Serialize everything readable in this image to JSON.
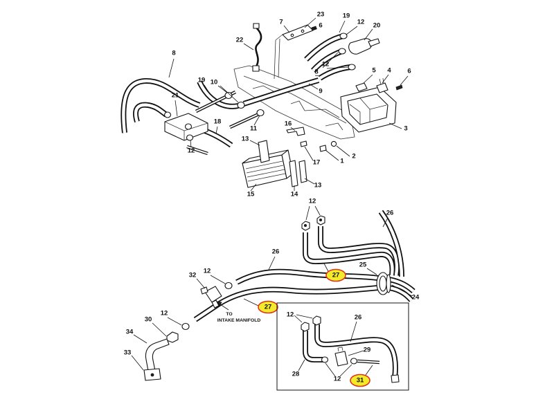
{
  "colors": {
    "highlight_fill": "#f3ea2c",
    "highlight_stroke": "#e0321b",
    "line": "#111111"
  },
  "upper_assembly": {
    "callouts": [
      "23",
      "7",
      "19",
      "6",
      "12",
      "20",
      "22",
      "8",
      "12",
      "8",
      "5",
      "4",
      "6",
      "19",
      "10",
      "9",
      "21",
      "3",
      "18",
      "11",
      "16",
      "13",
      "2",
      "17",
      "1",
      "12",
      "15",
      "14",
      "13"
    ]
  },
  "lower_assembly": {
    "callouts": [
      "12",
      "26",
      "26",
      "25",
      "32",
      "12",
      "24",
      "12",
      "30",
      "34",
      "33"
    ],
    "highlighted_callouts": [
      "27",
      "27"
    ],
    "note": [
      "TO",
      "INTAKE MANIFOLD"
    ]
  },
  "detail_inset": {
    "callouts": [
      "12",
      "26",
      "29",
      "28",
      "12"
    ],
    "highlighted_callouts": [
      "31"
    ]
  }
}
